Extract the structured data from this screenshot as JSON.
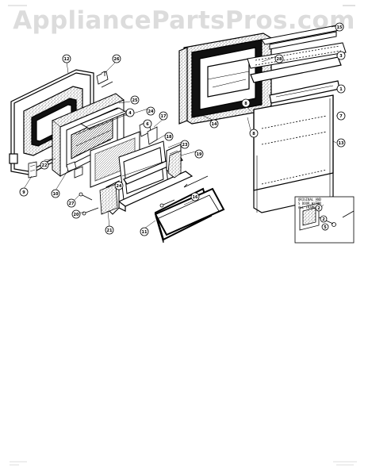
{
  "watermark": "AppliancePartsPros.com",
  "callouts": {
    "c12": "12",
    "c26": "26",
    "c25": "25",
    "c4": "4",
    "c24a": "24",
    "c6": "6",
    "c17": "17",
    "c18": "18",
    "c23": "23",
    "c19": "19",
    "c22": "22",
    "c9": "9",
    "c10": "10",
    "c24b": "24",
    "c27": "27",
    "c20": "20",
    "c21": "21",
    "c11": "11",
    "c16": "16",
    "c15": "15",
    "c28": "28",
    "c3": "3",
    "c1": "1",
    "c2a": "2",
    "c7": "7",
    "c13": "13",
    "c8a": "8",
    "c8b": "8",
    "c14": "14",
    "c2b": "2",
    "c5": "5"
  },
  "inset_note": [
    "ORIGINAL AND",
    "S DOOR W/TBR",
    "ALL FRAME"
  ],
  "colors": {
    "line": "#000000",
    "watermark": "#dcdcdc",
    "speckle": "#6a6a6a"
  }
}
